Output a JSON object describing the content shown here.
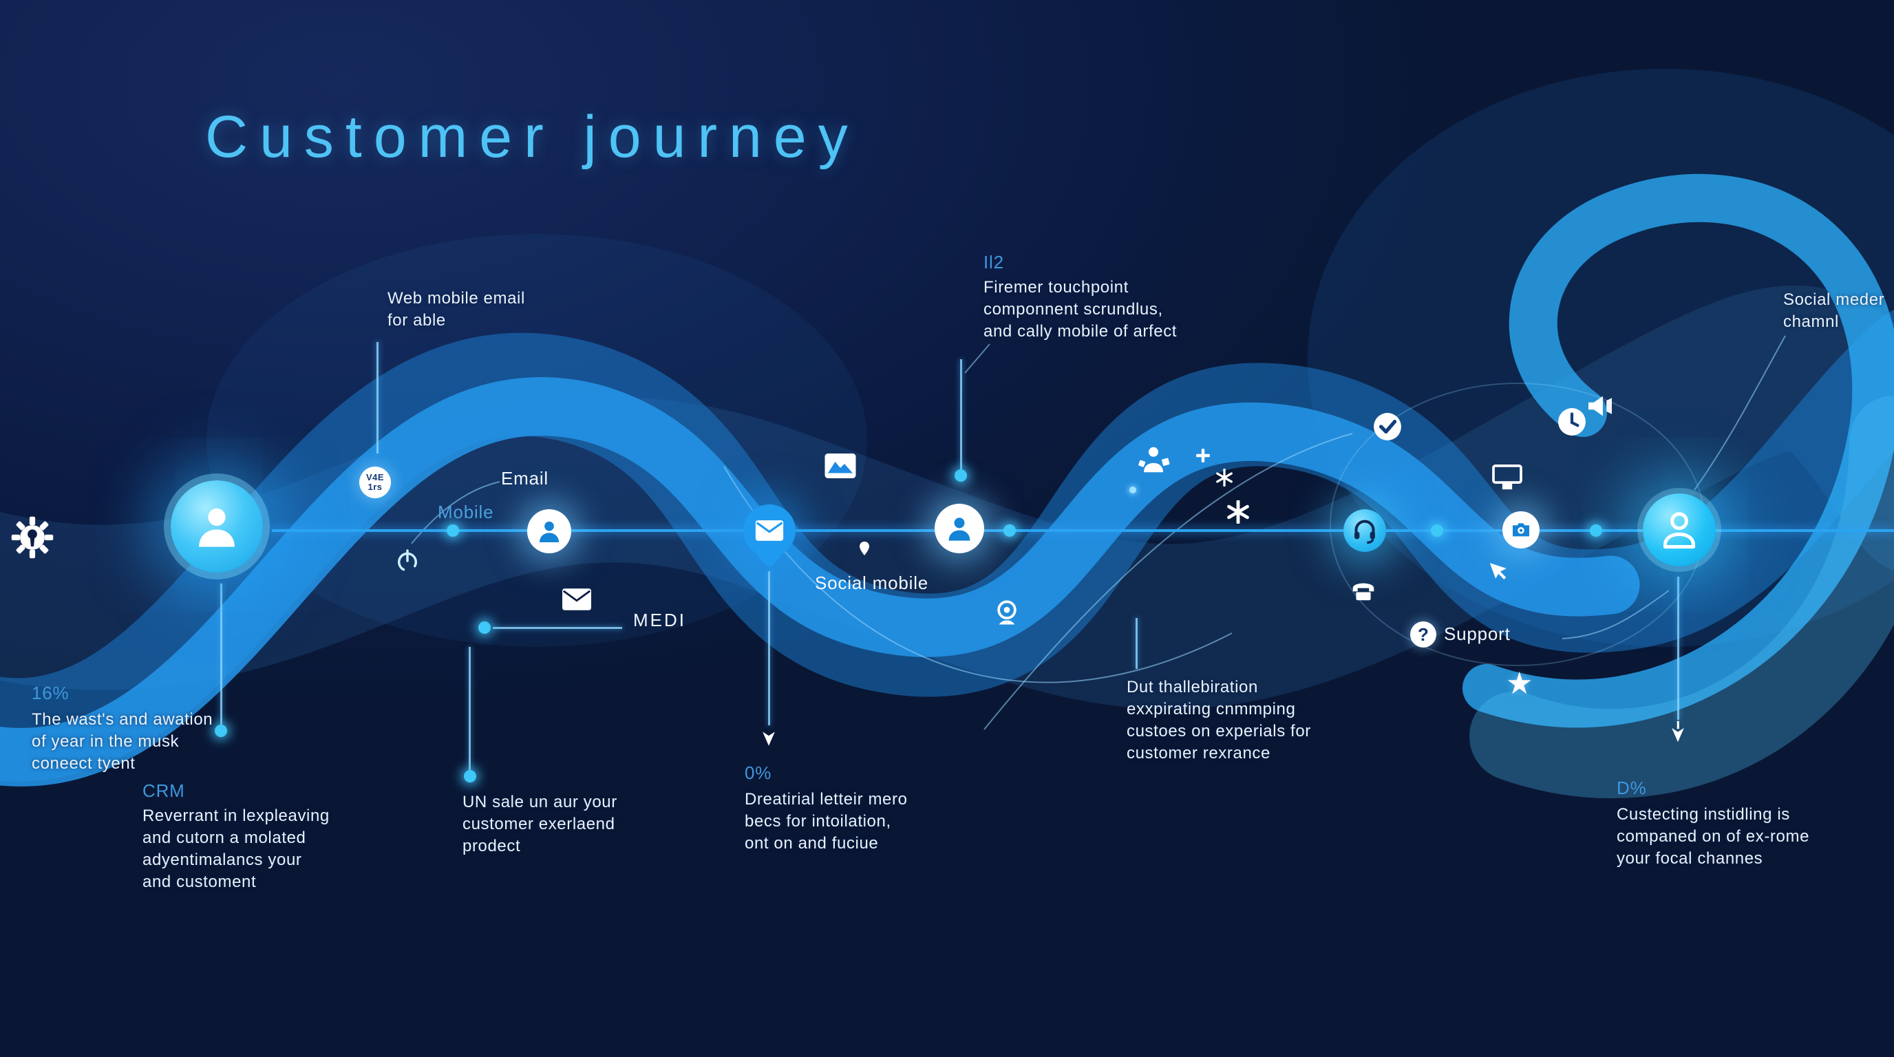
{
  "title": "Customer journey",
  "badge": {
    "line1": "V4E",
    "line2": "1rs"
  },
  "channel_labels": {
    "email": "Email",
    "mobile": "Mobile",
    "medi": "MEDI",
    "social_mobile": "Social mobile",
    "support": "Support"
  },
  "glyphs": {
    "question_mark": "?",
    "star": "★"
  },
  "annotations": {
    "stat16": {
      "stat": "16%",
      "text": "The wast's and awation\nof year in the musk\nconeect tyent"
    },
    "crm": {
      "stat": "CRM",
      "text": "Reverrant in lexpleaving\nand cutorn a molated\nadyentimalancs your\nand customent"
    },
    "web_mobile": {
      "text": "Web mobile email\nfor able"
    },
    "un_sale": {
      "text": "UN sale un aur your\ncustomer exerlaend\nprodect"
    },
    "stat0": {
      "stat": "0%",
      "text": "Dreatirial letteir mero\nbecs for intoilation,\nont on and fuciue"
    },
    "il2": {
      "stat": "Il2",
      "text": "Firemer touchpoint\ncomponnent scrundlus,\nand cally mobile of arfect"
    },
    "dut": {
      "text": "Dut thallebiration\nexxpirating cnmmping\ncustoes on experials for\ncustomer rexrance"
    },
    "dpct": {
      "stat": "D%",
      "text": "Custecting instidling is\ncompaned on of ex-rome\nyour focal channes"
    },
    "social_meder": {
      "text": "Social meder\nchamnl"
    }
  },
  "colors": {
    "background": "#0e1f47",
    "ribbon_bright": "#2596ea",
    "ribbon_mid": "#1b7fd4",
    "node_cyan": "#29bdf5",
    "accent_text_blue": "#3f97dd",
    "title_blue": "#4fc3f5",
    "text_white": "#e9f2fb"
  },
  "icons": [
    "gear-icon",
    "power-icon",
    "envelope-icon",
    "photo-icon",
    "person-icon",
    "headset-icon",
    "camera-icon",
    "webcam-icon",
    "person-gear-icon",
    "sparkle-icon",
    "plus-icon",
    "check-circle-icon",
    "clock-icon",
    "megaphone-icon",
    "monitor-icon",
    "cursor-icon",
    "phone-icon",
    "question-circle-icon",
    "star-icon",
    "pin-icon",
    "arrow-down-icon"
  ]
}
